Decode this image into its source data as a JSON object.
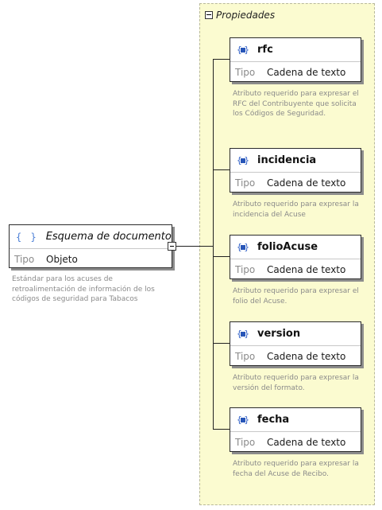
{
  "properties": {
    "title": "Propiedades",
    "items": [
      {
        "name": "rfc",
        "type_label": "Tipo",
        "type_value": "Cadena de texto",
        "description": "Atributo requerido para expresar el RFC del Contribuyente que solicita los Códigos de Seguridad."
      },
      {
        "name": "incidencia",
        "type_label": "Tipo",
        "type_value": "Cadena de texto",
        "description": "Atributo requerido para expresar la incidencia del Acuse"
      },
      {
        "name": "folioAcuse",
        "type_label": "Tipo",
        "type_value": "Cadena de texto",
        "description": "Atributo requerido para expresar el folio del Acuse."
      },
      {
        "name": "version",
        "type_label": "Tipo",
        "type_value": "Cadena de texto",
        "description": "Atributo requerido para expresar la versión del formato."
      },
      {
        "name": "fecha",
        "type_label": "Tipo",
        "type_value": "Cadena de texto",
        "description": "Atributo requerido para expresar la fecha del Acuse de Recibo."
      }
    ]
  },
  "schema": {
    "icon": "{ }",
    "name": "Esquema de documento",
    "type_label": "Tipo",
    "type_value": "Objeto",
    "description": "Estándar para los acuses de retroalimentación de información de los códigos de seguridad para Tabacos"
  },
  "icons": {
    "property_icon": "attribute-icon",
    "schema_icon": "object-braces-icon",
    "toggle_icon": "minus-box-icon"
  },
  "colors": {
    "panel_background": "#fbfbd0",
    "icon_blue": "#2856b8",
    "muted_text": "#8a8a8a"
  }
}
